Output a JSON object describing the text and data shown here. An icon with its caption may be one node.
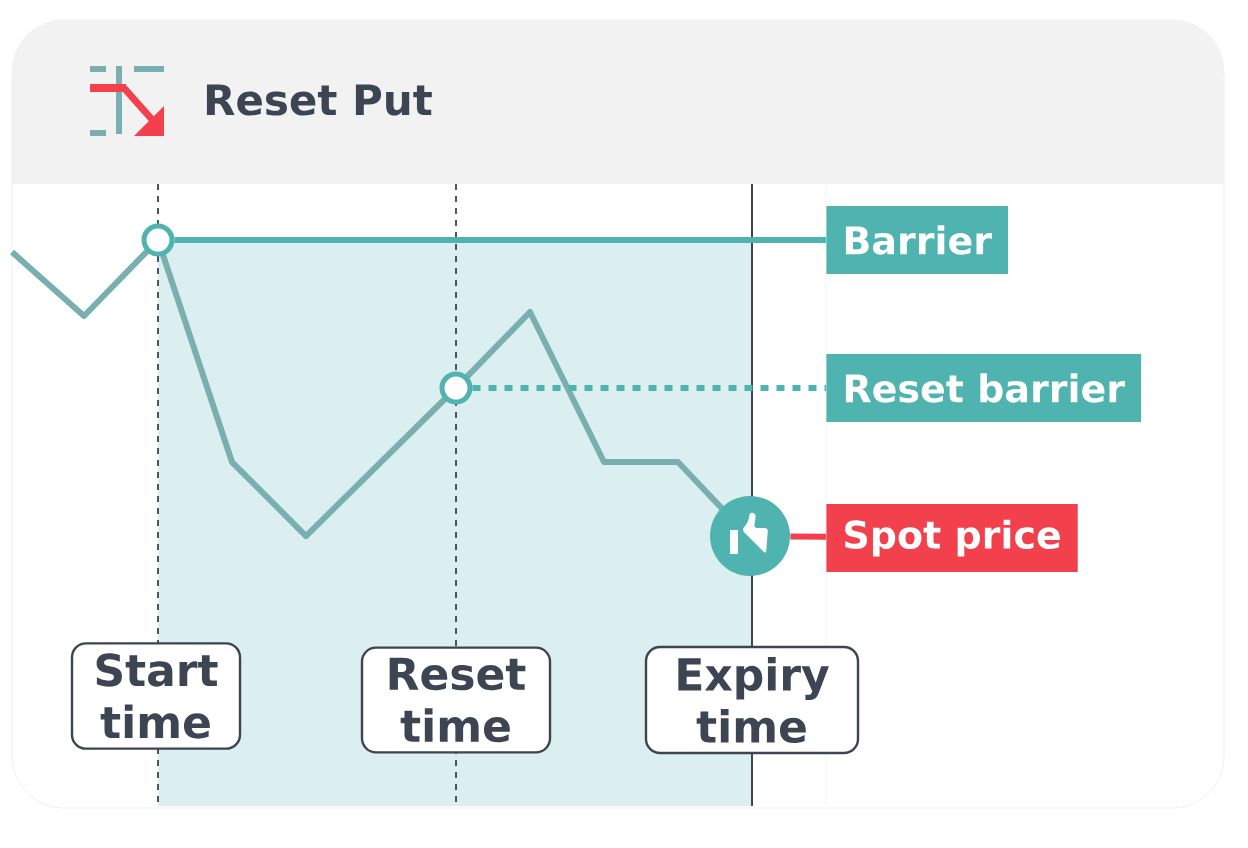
{
  "diagram": {
    "title": "Reset Put",
    "nodes": [
      {
        "text": [],
        "shape": "circle"
      },
      {
        "text": [
          "Barrier"
        ]
      },
      {
        "text": [],
        "shape": "circle"
      },
      {
        "text": [
          "Reset barrier"
        ]
      },
      {
        "text": [],
        "shape": "circle"
      },
      {
        "text": [
          "Spot price"
        ]
      },
      {
        "text": [
          "Start time"
        ]
      },
      {
        "text": [
          "Reset time"
        ]
      },
      {
        "text": [
          "Expiry time"
        ]
      }
    ],
    "edges": [
      {
        "from": 0,
        "to": 1,
        "arrow": "none"
      },
      {
        "from": 2,
        "to": 3,
        "arrow": "none",
        "style": "dashed"
      },
      {
        "from": 4,
        "to": 5,
        "arrow": "none",
        "color": "#f2404c"
      }
    ]
  }
}
